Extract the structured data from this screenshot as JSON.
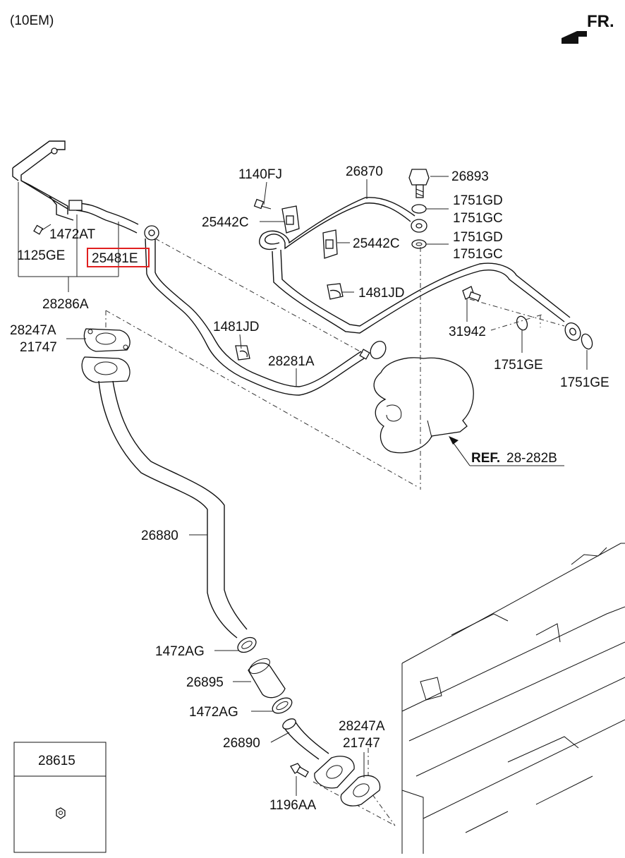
{
  "header": {
    "engine_code": "(10EM)",
    "direction": "FR."
  },
  "highlight_color": "#e02020",
  "labels": {
    "p1140FJ": "1140FJ",
    "p26870": "26870",
    "p26893": "26893",
    "p1751GD_a": "1751GD",
    "p1751GC_a": "1751GC",
    "p1751GD_b": "1751GD",
    "p1751GC_b": "1751GC",
    "p25442C_a": "25442C",
    "p25442C_b": "25442C",
    "p1472AT": "1472AT",
    "p1125GE": "1125GE",
    "p25481E": "25481E",
    "p1481JD_a": "1481JD",
    "p1481JD_b": "1481JD",
    "p28286A": "28286A",
    "p31942": "31942",
    "p28247A_a": "28247A",
    "p21747_a": "21747",
    "p28281A": "28281A",
    "p1751GE_a": "1751GE",
    "p1751GE_b": "1751GE",
    "ref_bold": "REF.",
    "ref_num": "28-282B",
    "p26880": "26880",
    "p1472AG_a": "1472AG",
    "p26895": "26895",
    "p1472AG_b": "1472AG",
    "p28247A_b": "28247A",
    "p21747_b": "21747",
    "p26890": "26890",
    "p1196AA": "1196AA",
    "inset_part": "28615"
  }
}
